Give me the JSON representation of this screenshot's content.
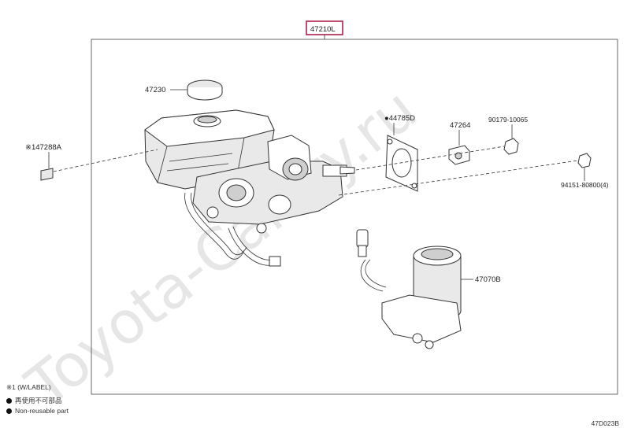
{
  "watermark": "Toyota-Camry.ru",
  "assembly": {
    "part_no": "47210L",
    "highlight_color": "#b0204c"
  },
  "labels": {
    "reservoir_cap": "47230",
    "note_label": "※147288A",
    "gasket": "●44785D",
    "bracket": "47264",
    "nut_1": "90179-10065",
    "nut_2": "94151-80800(4)",
    "pump_motor": "47070B"
  },
  "legend": {
    "note": "※1 (W/LABEL)",
    "jp_text": "再使用不可部品",
    "nonreusable": "Non-reusable part"
  },
  "diagram_code": "47D023B"
}
